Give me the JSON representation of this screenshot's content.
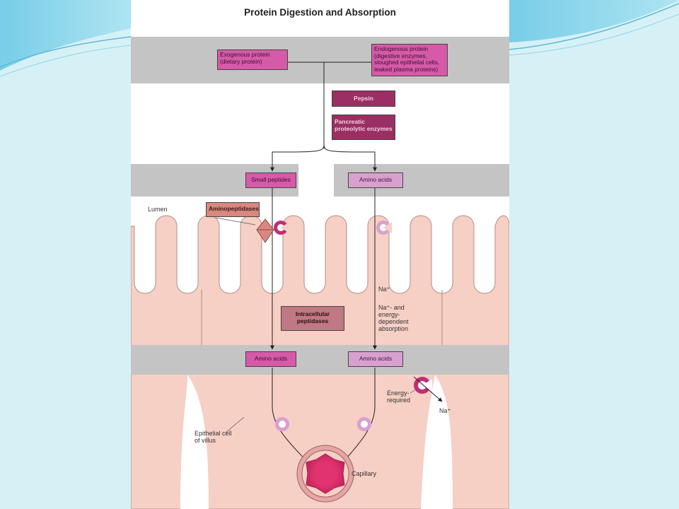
{
  "figure": {
    "title": "Protein Digestion and Absorption",
    "nodes": {
      "exogenous_protein": "Exogenous protein (dietary protein)",
      "endogenous_protein": "Endogenous protein (digestive enzymes, sloughed epithelial cells, leaked plasma proteins)",
      "pepsin": "Pepsin",
      "pancreatic_enzymes": "Pancreatic proteolytic enzymes",
      "small_peptides": "Small peptides",
      "amino_acids_lumen": "Amino acids",
      "aminopeptidases": "Aminopeptidases",
      "intracellular_peptidases": "Intracellular peptidases",
      "amino_acids_left": "Amino acids",
      "amino_acids_right": "Amino acids"
    },
    "labels": {
      "lumen": "Lumen",
      "na_plus": "Na⁺",
      "na_dependent": "Na⁺- and energy-dependent absorption",
      "energy_required": "Energy-required",
      "na_out": "Na⁺",
      "epithelial_cell": "Epithelial cell of villus",
      "capillary": "Capillary"
    }
  },
  "colors": {
    "slide_background": "#d6f1f6",
    "gray_band": "#c4c4c4",
    "tissue": "#f6cfc5",
    "box_pink": "#d65aa8",
    "box_dark": "#9b2e62",
    "box_light": "#d9a0cf",
    "carrier": "#c22d74"
  }
}
